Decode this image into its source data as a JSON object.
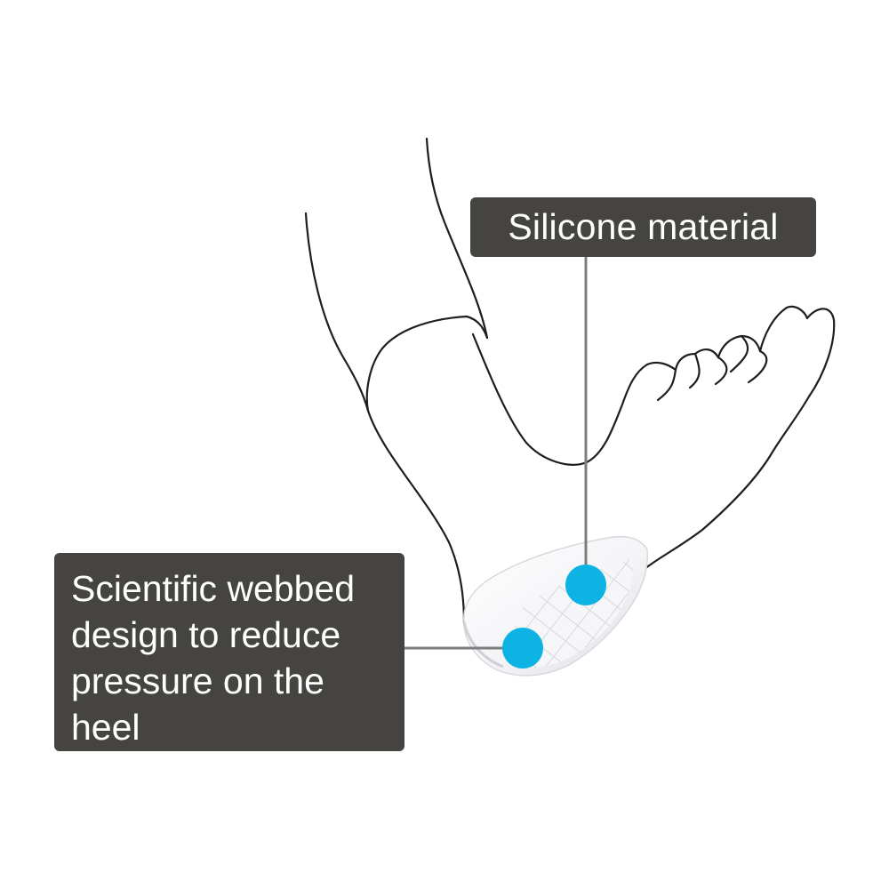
{
  "callouts": {
    "silicone": {
      "text": "Silicone material"
    },
    "webbed": {
      "lines": [
        "Scientific webbed",
        "design to reduce",
        "pressure on the",
        "heel"
      ]
    }
  },
  "colors": {
    "callout_bg": "#464440",
    "callout_text": "#ffffff",
    "marker_dot": "#0db4e3",
    "leader_line": "#7d7d7d",
    "outline": "#1e1e1e"
  },
  "icons": {
    "foot": "foot-outline-icon",
    "heel_cup": "heel-cup-icon",
    "marker": "marker-dot-icon"
  }
}
